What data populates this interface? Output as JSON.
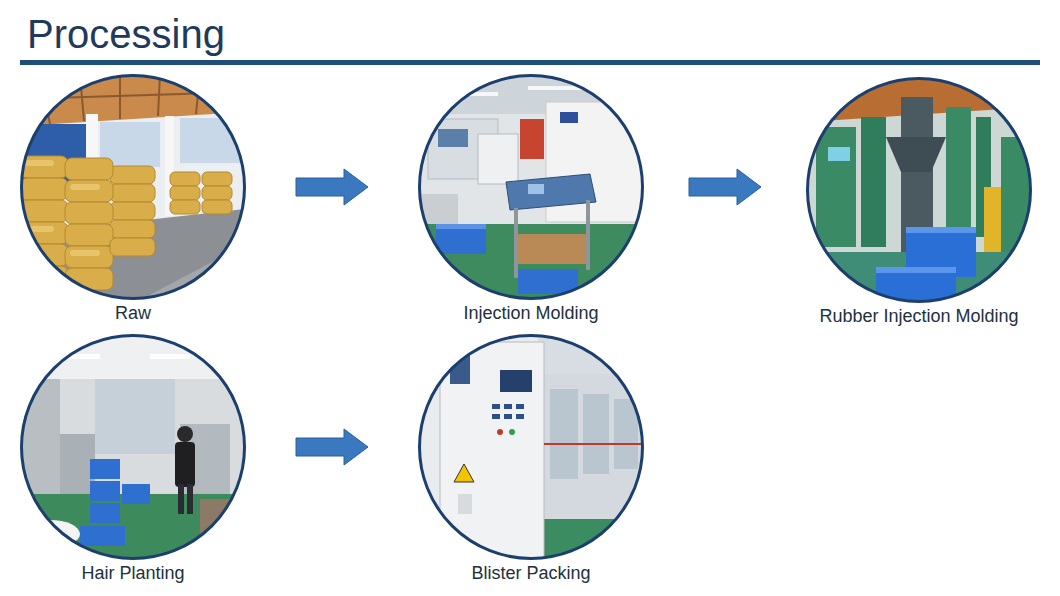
{
  "diagram": {
    "title": "Processing",
    "nodes": [
      {
        "text": [
          "Raw"
        ]
      },
      {
        "text": [
          "Injection Molding"
        ]
      },
      {
        "text": [
          "Rubber Injection Molding"
        ]
      },
      {
        "text": [
          "Hair Planting"
        ]
      },
      {
        "text": [
          "Blister Packing"
        ]
      }
    ],
    "edges": [
      {
        "from": 0,
        "to": 1,
        "arrow": "to"
      },
      {
        "from": 1,
        "to": 2,
        "arrow": "to"
      },
      {
        "from": 3,
        "to": 4,
        "arrow": "to"
      }
    ]
  }
}
